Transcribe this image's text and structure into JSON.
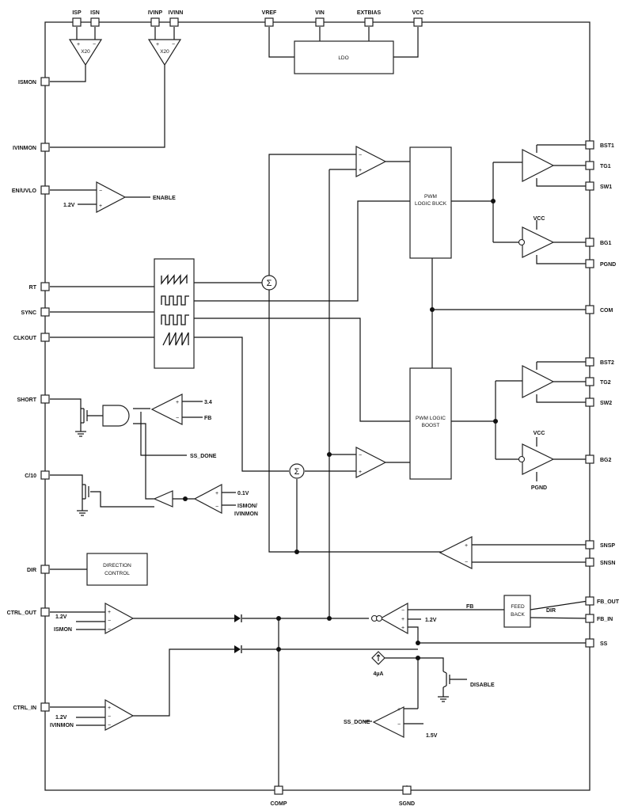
{
  "pins": {
    "isp": "ISP",
    "isn": "ISN",
    "ivinp": "IVINP",
    "ivinn": "IVINN",
    "vref": "VREF",
    "vin": "VIN",
    "extbias": "EXTBIAS",
    "vcc": "VCC",
    "ismon": "ISMON",
    "ivinmon": "IVINMON",
    "enuvlo": "EN/UVLO",
    "rt": "RT",
    "sync": "SYNC",
    "clkout": "CLKOUT",
    "short": "SHORT",
    "c10": "C/10",
    "dir": "DIR",
    "ctrl_out": "CTRL_OUT",
    "ctrl_in": "CTRL_IN",
    "comp": "COMP",
    "sgnd": "SGND",
    "bst1": "BST1",
    "tg1": "TG1",
    "sw1": "SW1",
    "bg1": "BG1",
    "pgnd": "PGND",
    "com": "COM",
    "bst2": "BST2",
    "tg2": "TG2",
    "sw2": "SW2",
    "bg2": "BG2",
    "snsp": "SNSP",
    "snsn": "SNSN",
    "fb_out": "FB_OUT",
    "fb_in": "FB_IN",
    "ss": "SS"
  },
  "blocks": {
    "ldo": "LDO",
    "pwm_buck_1": "PWM",
    "pwm_buck_2": "LOGIC BUCK",
    "pwm_boost_1": "PWM LOGIC",
    "pwm_boost_2": "BOOST",
    "direction_1": "DIRECTION",
    "direction_2": "CONTROL",
    "feedback_1": "FEED",
    "feedback_2": "BACK"
  },
  "labels": {
    "gain_isp": "X20",
    "gain_ivin": "X20",
    "enable": "ENABLE",
    "v12_en": "1.2V",
    "v34": "3.4",
    "fb_short": "FB",
    "ss_done_short": "SS_DONE",
    "v01": "0.1V",
    "ismon_ivinmon_1": "ISMON/",
    "ismon_ivinmon_2": "IVINMON",
    "vcc_buck": "VCC",
    "vcc_boost": "VCC",
    "pgnd_boost": "PGND",
    "v12_ctrl_out": "1.2V",
    "ismon_ctrl_out": "ISMON",
    "v12_ctrl_in": "1.2V",
    "ivinmon_ctrl_in": "IVINMON",
    "fb_err": "FB",
    "v12_err": "1.2V",
    "dir_fb": "DIR",
    "ss_src": "4µA",
    "disable": "DISABLE",
    "ss_done": "SS_DONE",
    "v15": "1.5V",
    "sigma1": "Σ",
    "sigma2": "Σ"
  }
}
